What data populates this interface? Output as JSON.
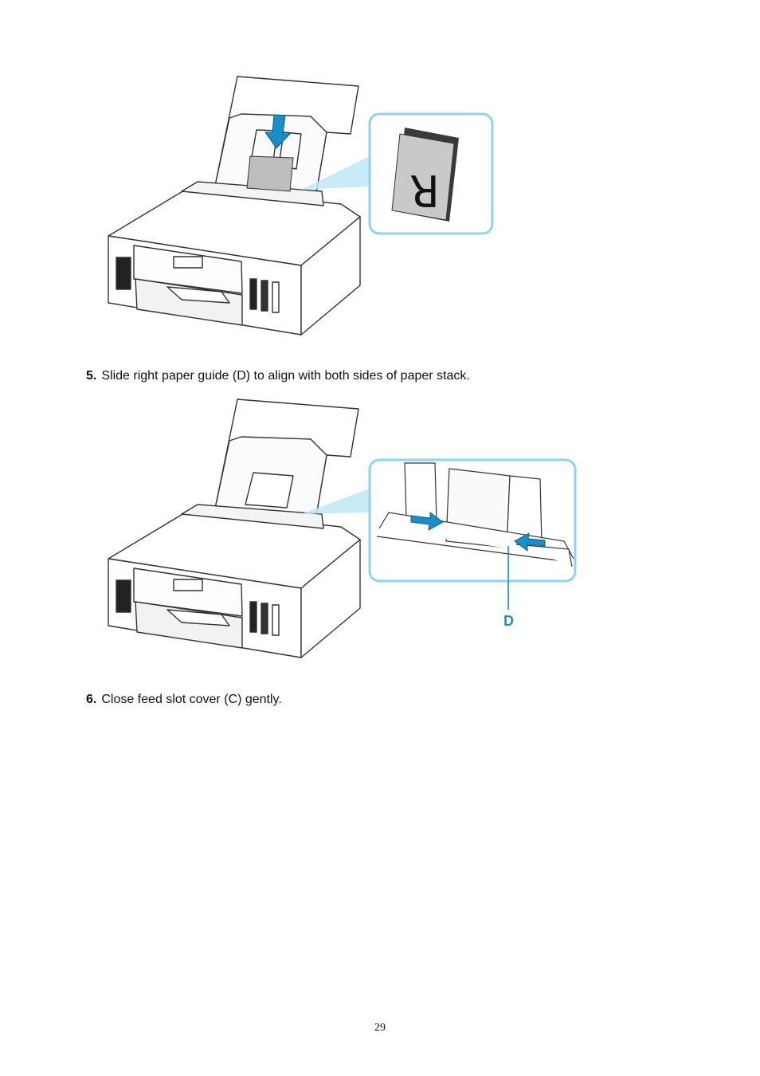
{
  "steps": [
    {
      "number": "5.",
      "text": "Slide right paper guide (D) to align with both sides of paper stack."
    },
    {
      "number": "6.",
      "text": "Close feed slot cover (C) gently."
    }
  ],
  "figures": {
    "fig1": {
      "paper_letter": "R"
    },
    "fig2": {
      "callout_label": "D"
    }
  },
  "page_number": "29",
  "colors": {
    "accent": "#1a8ec9",
    "callout_border": "#8fd3ee",
    "line": "#333333"
  },
  "icons": [
    "down-arrow-icon",
    "right-arrow-icon",
    "left-arrow-icon"
  ]
}
